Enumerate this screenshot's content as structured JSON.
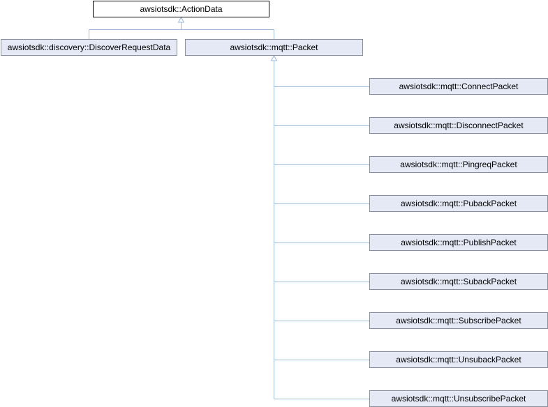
{
  "diagram": {
    "root": {
      "label": "awsiotsdk::ActionData"
    },
    "level1": {
      "discover": {
        "label": "awsiotsdk::discovery::DiscoverRequestData"
      },
      "packet": {
        "label": "awsiotsdk::mqtt::Packet"
      }
    },
    "packet_children": [
      {
        "label": "awsiotsdk::mqtt::ConnectPacket"
      },
      {
        "label": "awsiotsdk::mqtt::DisconnectPacket"
      },
      {
        "label": "awsiotsdk::mqtt::PingreqPacket"
      },
      {
        "label": "awsiotsdk::mqtt::PubackPacket"
      },
      {
        "label": "awsiotsdk::mqtt::PublishPacket"
      },
      {
        "label": "awsiotsdk::mqtt::SubackPacket"
      },
      {
        "label": "awsiotsdk::mqtt::SubscribePacket"
      },
      {
        "label": "awsiotsdk::mqtt::UnsubackPacket"
      },
      {
        "label": "awsiotsdk::mqtt::UnsubscribePacket"
      }
    ],
    "colors": {
      "edge": "#9ab8d8",
      "node_fill": "#e4e9f5",
      "node_border": "#8a8f98",
      "root_fill": "#ffffff",
      "root_border": "#000000"
    }
  }
}
